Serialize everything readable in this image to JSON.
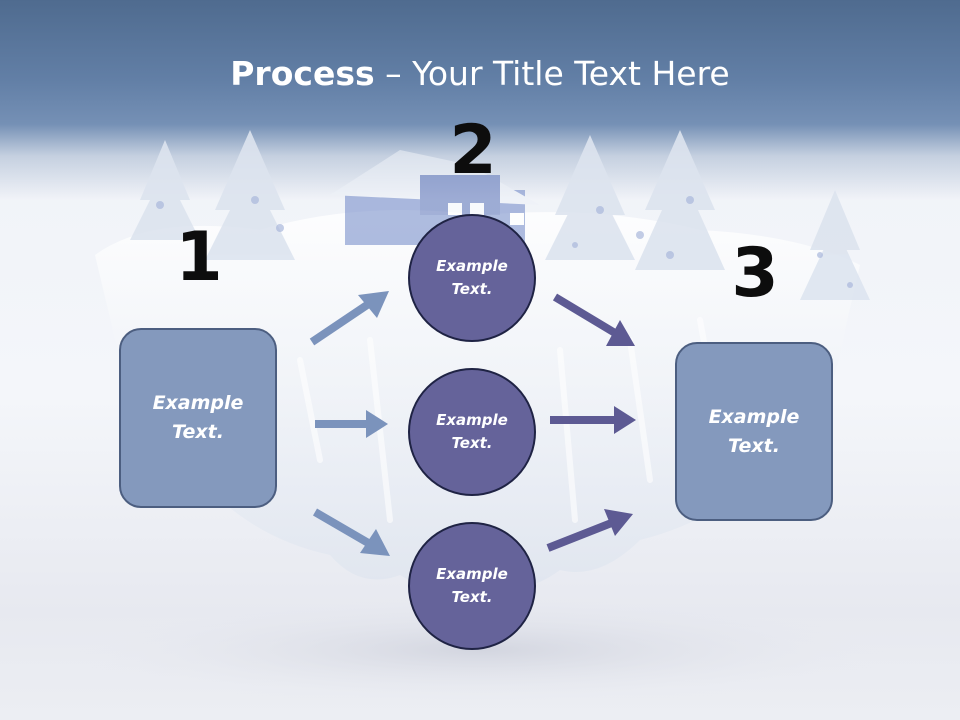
{
  "title": {
    "bold": "Process",
    "rest": " – Your Title Text Here"
  },
  "steps": {
    "one": {
      "number": "1",
      "text": "Example\nText."
    },
    "two": {
      "number": "2"
    },
    "three": {
      "number": "3",
      "text": "Example\nText."
    }
  },
  "circles": [
    {
      "text": "Example\nText."
    },
    {
      "text": "Example\nText."
    },
    {
      "text": "Example\nText."
    }
  ],
  "colors": {
    "box_fill": "#8499bd",
    "circle_fill": "#65639a",
    "arrow_light": "#7b93bc",
    "arrow_dark": "#5d5a93",
    "header": "#5f7ca3"
  }
}
